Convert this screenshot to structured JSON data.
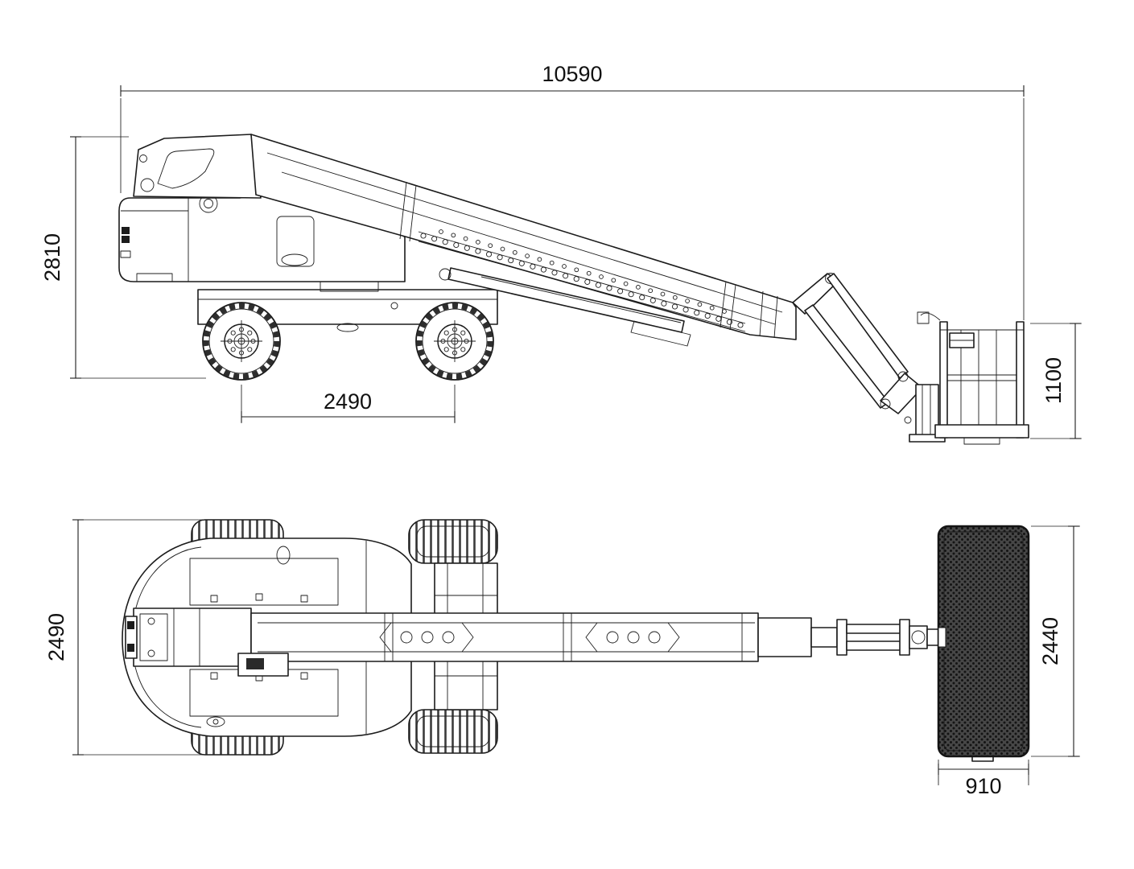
{
  "diagram": {
    "type": "technical-dimension-drawing",
    "subject": "telescopic-boom-lift",
    "views": {
      "side": {
        "overall_length": "10590",
        "overall_height": "2810",
        "wheelbase": "2490",
        "platform_height": "1100"
      },
      "plan": {
        "overall_width": "2490",
        "platform_span": "2440",
        "platform_width": "910"
      }
    },
    "colors": {
      "line": "#1c1c1c",
      "background": "#ffffff",
      "platform_fill": "#474747"
    }
  }
}
